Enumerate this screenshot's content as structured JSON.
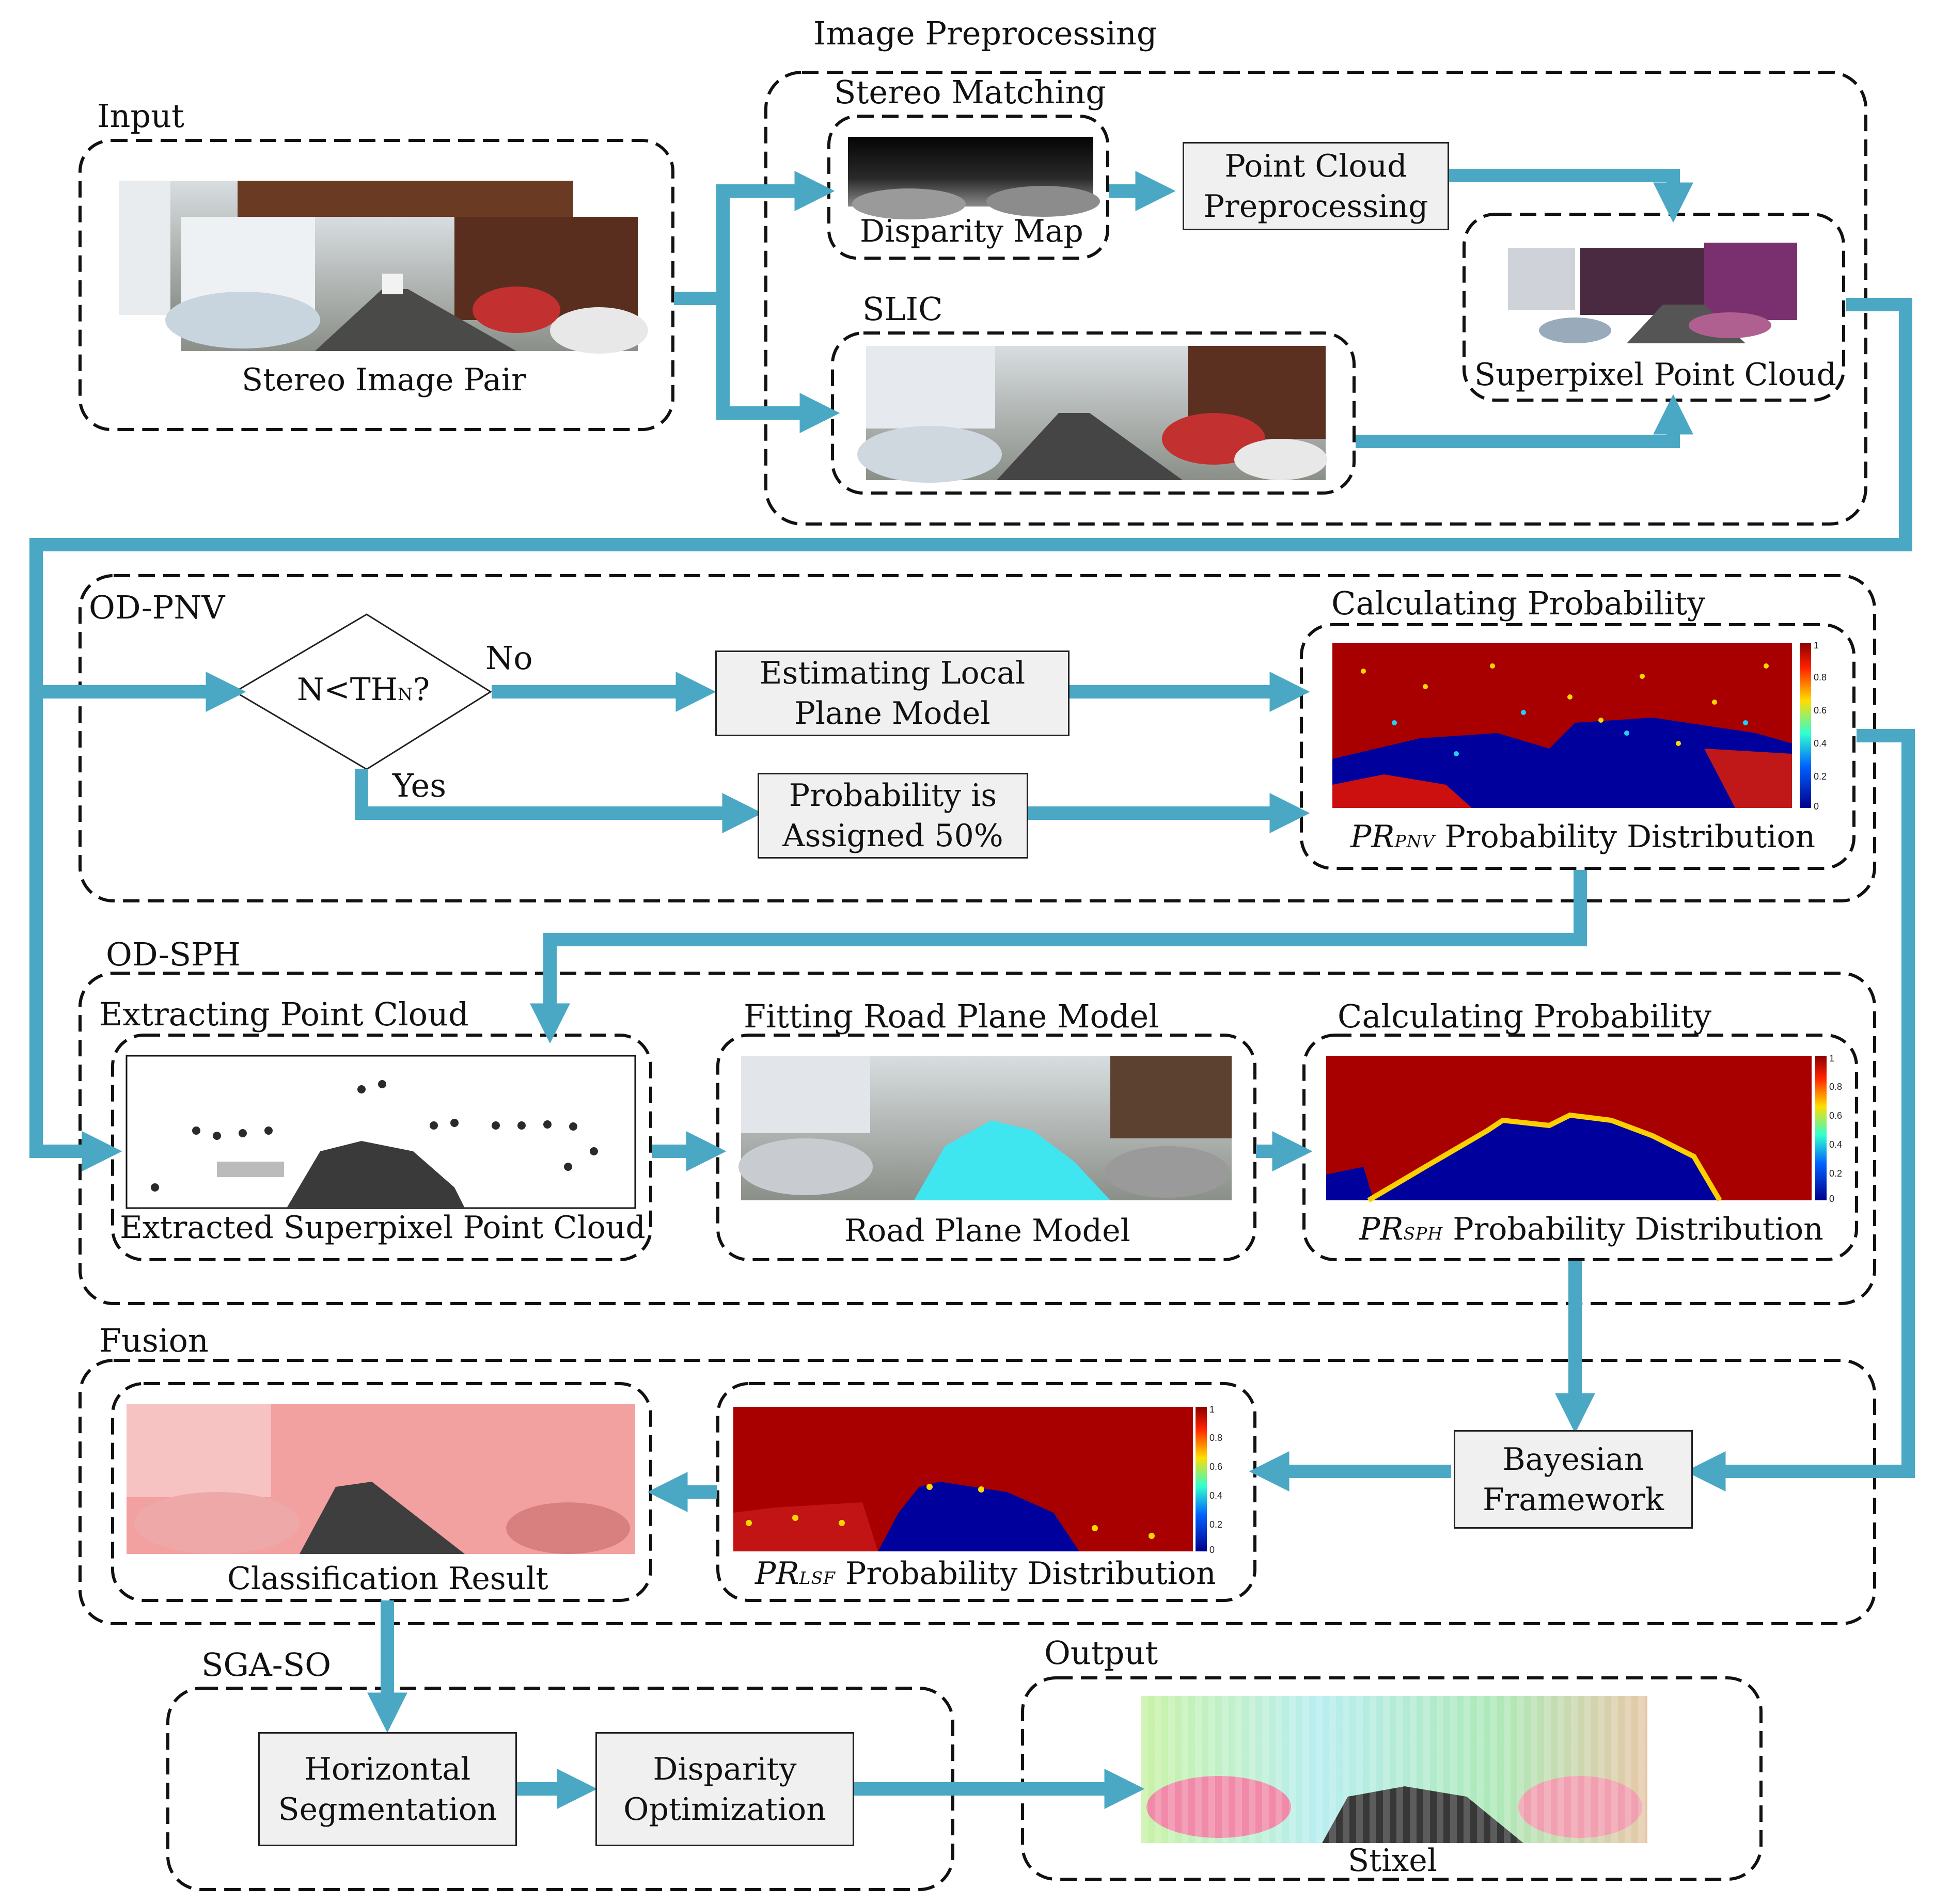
{
  "colors": {
    "arrow": "#4aa8c4",
    "dash": "#111111",
    "box_fill": "#f0f0f0",
    "pr_background": "#a80000",
    "pr_road": "#00009c",
    "road_plane": "#3fe6f0",
    "classification_tint": "#f3a0a0"
  },
  "sections": {
    "image_preprocessing": "Image Preprocessing",
    "stereo_matching": "Stereo Matching",
    "input": "Input",
    "slic": "SLIC",
    "od_pnv": "OD-PNV",
    "calc_prob_1": "Calculating  Probability",
    "od_sph": "OD-SPH",
    "extracting": "Extracting  Point Cloud",
    "fitting": "Fitting Road Plane Model",
    "calc_prob_2": "Calculating  Probability",
    "fusion": "Fusion",
    "sga_so": "SGA-SO",
    "output": "Output"
  },
  "captions": {
    "stereo_pair": "Stereo Image Pair",
    "disparity_map": "Disparity Map",
    "superpixel_point_cloud": "Superpixel Point Cloud",
    "pnv_pr": "PR",
    "pnv_sub": "PNV",
    "pnv_rest": " Probability Distribution",
    "extracted": "Extracted Superpixel Point Cloud",
    "road_plane_model": "Road Plane Model",
    "sph_pr": "PR",
    "sph_sub": "SPH",
    "sph_rest": "  Probability Distribution",
    "lsf_pr": "PR",
    "lsf_sub": "LSF",
    "lsf_rest": " Probability Distribution",
    "classification": "Classification Result",
    "stixel": "Stixel"
  },
  "boxes": {
    "pc_pre_1": "Point Cloud",
    "pc_pre_2": "Preprocessing",
    "est_1": "Estimating Local",
    "est_2": "Plane Model",
    "prob_1": "Probability is",
    "prob_2": "Assigned 50%",
    "bayes_1": "Bayesian",
    "bayes_2": "Framework",
    "hs_1": "Horizontal",
    "hs_2": "Segmentation",
    "do_1": "Disparity",
    "do_2": "Optimization"
  },
  "decision": {
    "text": "N<TH",
    "sub": "N",
    "q": "?",
    "no": "No",
    "yes": "Yes"
  },
  "colorbar_ticks": [
    "1",
    "0.8",
    "0.6",
    "0.4",
    "0.2",
    "0"
  ]
}
